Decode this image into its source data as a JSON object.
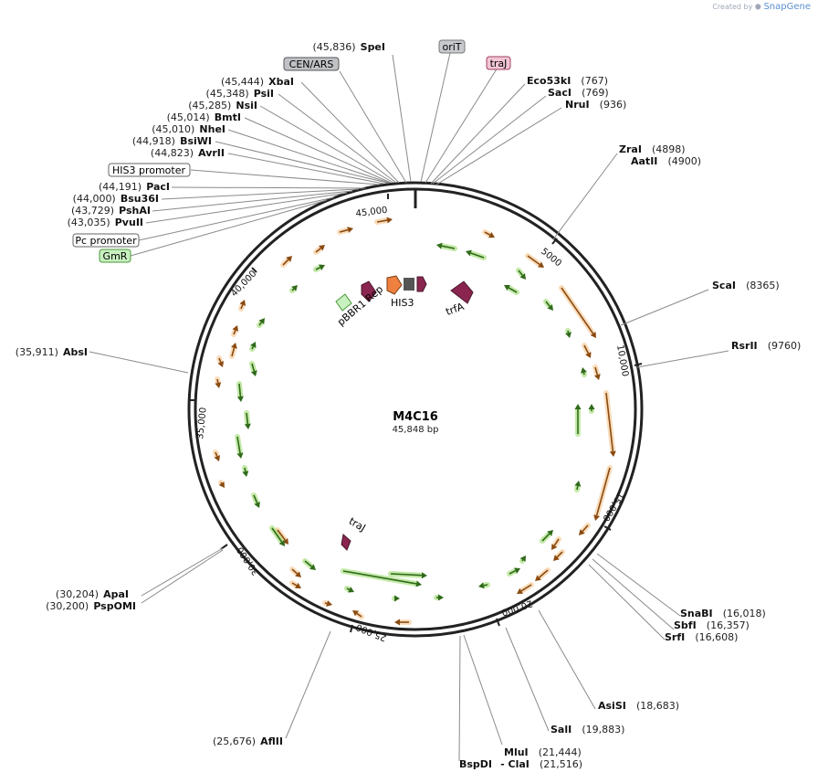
{
  "watermark": {
    "prefix": "Created by",
    "brand": "SnapGene"
  },
  "map": {
    "name": "M4C16",
    "length_label": "45,848 bp",
    "length": 45848
  },
  "ticks": [
    "5000",
    "10,000",
    "15,000",
    "20,000",
    "25,000",
    "30,000",
    "35,000",
    "40,000",
    "45,000"
  ],
  "sites": [
    {
      "name": "SpeI",
      "pos": "(45,836)"
    },
    {
      "name": "XbaI",
      "pos": "(45,444)"
    },
    {
      "name": "PsiI",
      "pos": "(45,348)"
    },
    {
      "name": "NsiI",
      "pos": "(45,285)"
    },
    {
      "name": "BmtI",
      "pos": "(45,014)"
    },
    {
      "name": "NheI",
      "pos": "(45,010)"
    },
    {
      "name": "BsiWI",
      "pos": "(44,918)"
    },
    {
      "name": "AvrII",
      "pos": "(44,823)"
    },
    {
      "name": "PacI",
      "pos": "(44,191)"
    },
    {
      "name": "Bsu36I",
      "pos": "(44,000)"
    },
    {
      "name": "PshAI",
      "pos": "(43,729)"
    },
    {
      "name": "PvuII",
      "pos": "(43,035)"
    },
    {
      "name": "AbsI",
      "pos": "(35,911)"
    },
    {
      "name": "ApaI",
      "pos": "(30,204)"
    },
    {
      "name": "PspOMI",
      "pos": "(30,200)"
    },
    {
      "name": "AflII",
      "pos": "(25,676)"
    },
    {
      "name": "Eco53kI",
      "pos": "(767)"
    },
    {
      "name": "SacI",
      "pos": "(769)"
    },
    {
      "name": "NruI",
      "pos": "(936)"
    },
    {
      "name": "ZraI",
      "pos": "(4898)"
    },
    {
      "name": "AatII",
      "pos": "(4900)"
    },
    {
      "name": "ScaI",
      "pos": "(8365)"
    },
    {
      "name": "RsrII",
      "pos": "(9760)"
    },
    {
      "name": "SnaBI",
      "pos": "(16,018)"
    },
    {
      "name": "SbfI",
      "pos": "(16,357)"
    },
    {
      "name": "SrfI",
      "pos": "(16,608)"
    },
    {
      "name": "AsiSI",
      "pos": "(18,683)"
    },
    {
      "name": "SalI",
      "pos": "(19,883)"
    },
    {
      "name": "MluI",
      "pos": "(21,444)"
    },
    {
      "name": "- ClaI",
      "pos": "(21,516)"
    },
    {
      "name": "BspDI",
      "pos": ""
    }
  ],
  "feature_boxes": [
    {
      "label": "CEN/ARS",
      "color": "#c0c2c6"
    },
    {
      "label": "oriT",
      "color": "#c8cacd"
    },
    {
      "label": "traJ",
      "color": "#f3c6d6"
    },
    {
      "label": "HIS3 promoter",
      "color": "#ffffff"
    },
    {
      "label": "Pc promoter",
      "color": "#ffffff"
    },
    {
      "label": "GmR",
      "color": "#c8f0c0"
    }
  ],
  "inner_labels": [
    "pBBR1 Rep",
    "HIS3",
    "trfA",
    "traJ"
  ],
  "colors": {
    "orf_orange": "#f2b36a",
    "orf_green": "#7ccf3f",
    "trfA": "#8a2550",
    "HIS3": "#f08040",
    "backbone": "#222222"
  }
}
